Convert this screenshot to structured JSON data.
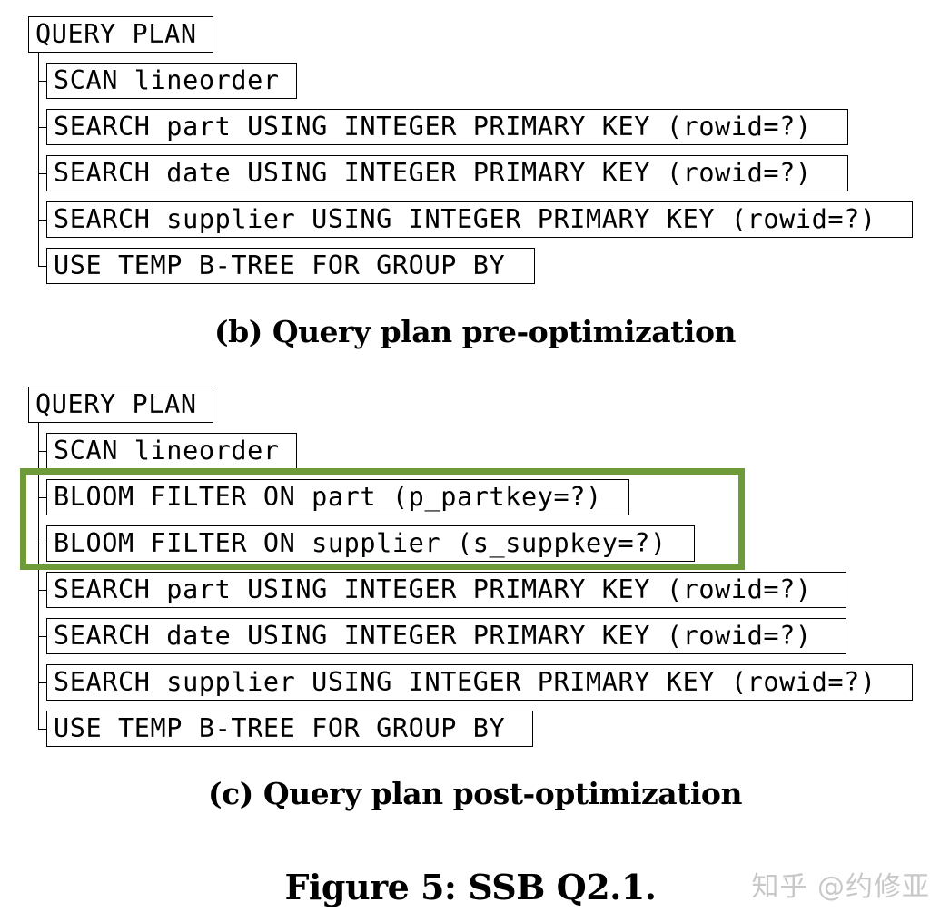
{
  "pre": {
    "root": "QUERY PLAN",
    "children": [
      "SCAN lineorder",
      "SEARCH part USING INTEGER PRIMARY KEY (rowid=?)",
      "SEARCH date USING INTEGER PRIMARY KEY (rowid=?)",
      "SEARCH supplier USING INTEGER PRIMARY KEY (rowid=?)",
      "USE TEMP B-TREE FOR GROUP BY"
    ],
    "caption": "(b) Query plan pre-optimization"
  },
  "post": {
    "root": "QUERY PLAN",
    "children": [
      "SCAN lineorder",
      "BLOOM FILTER ON part (p_partkey=?)",
      "BLOOM FILTER ON supplier (s_suppkey=?)",
      "SEARCH part USING INTEGER PRIMARY KEY (rowid=?)",
      "SEARCH date USING INTEGER PRIMARY KEY (rowid=?)",
      "SEARCH supplier USING INTEGER PRIMARY KEY (rowid=?)",
      "USE TEMP B-TREE FOR GROUP BY"
    ],
    "highlighted_children": [
      1,
      2
    ],
    "highlight_color": "#6e9a3a",
    "caption": "(c) Query plan post-optimization"
  },
  "figure_title": "Figure 5: SSB Q2.1.",
  "watermark": "知乎 @约修亚"
}
